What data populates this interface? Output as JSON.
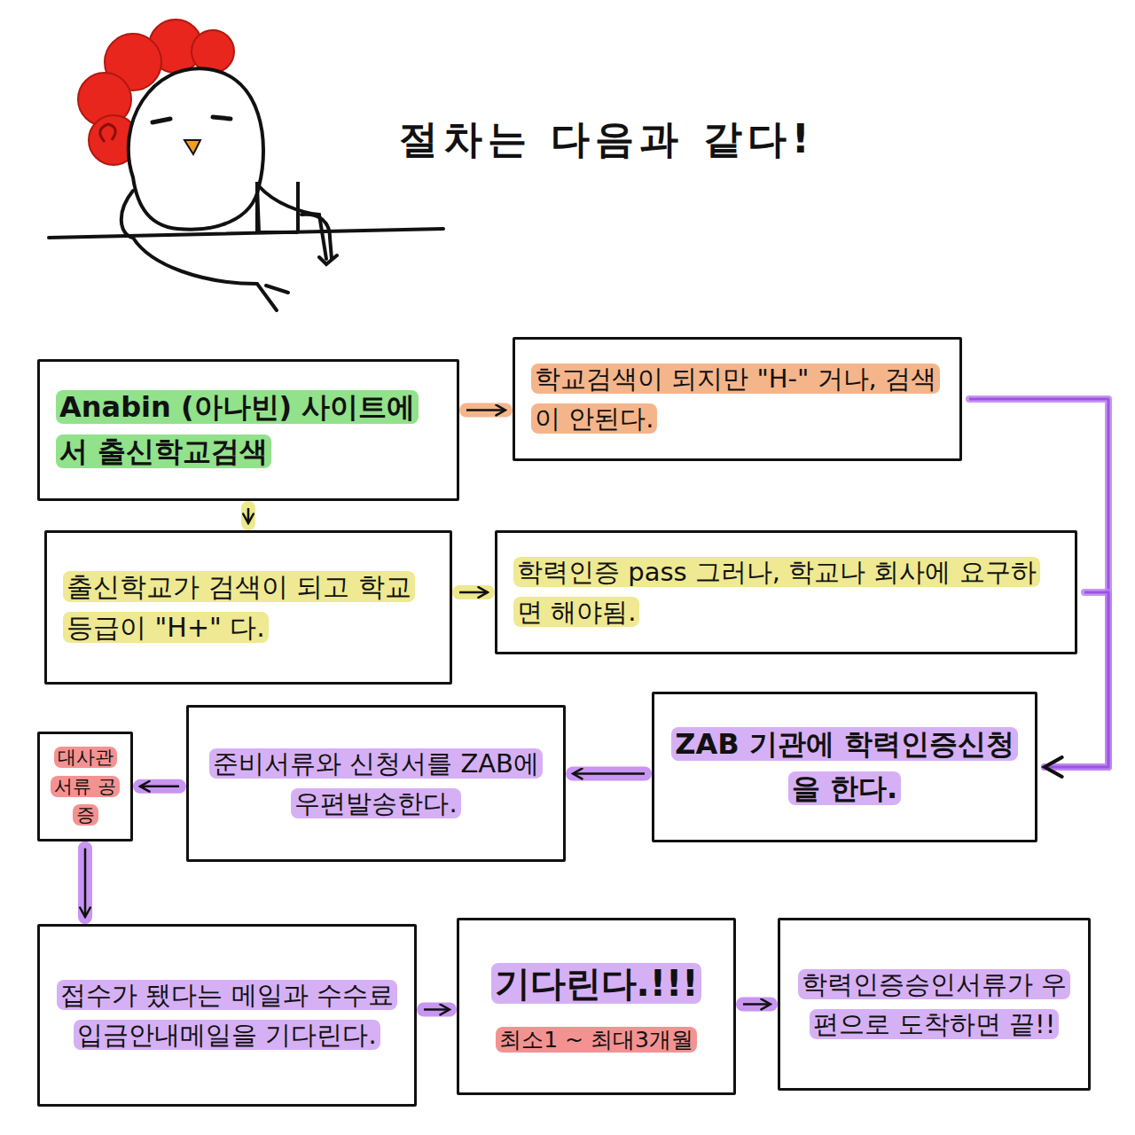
{
  "diagram": {
    "title": "절차는 다음과 같다!",
    "nodes": [
      {
        "text": [
          "Anabin (아나빈) 사이트에서 출신학교검색"
        ]
      },
      {
        "text": [
          "학교검색이 되지만 \"H-\" 거나, 검색이 안된다."
        ]
      },
      {
        "text": [
          "출신학교가 검색이 되고 학교등급이 \"H+\" 다."
        ]
      },
      {
        "text": [
          "학력인증 pass 그러나, 학교나 회사에 요구하면 해야됨."
        ]
      },
      {
        "text": [
          "ZAB 기관에 학력인증신청을 한다."
        ]
      },
      {
        "text": [
          "준비서류와 신청서를 ZAB에 우편발송한다."
        ]
      },
      {
        "text": [
          "대사관 서류 공증"
        ]
      },
      {
        "text": [
          "접수가 됐다는 메일과 수수료 입금안내메일을 기다린다."
        ]
      },
      {
        "text": [
          "기다린다.!!!",
          "최소1 ~ 최대3개월"
        ]
      },
      {
        "text": [
          "학력인증승인서류가 우편으로 도착하면 끝!!"
        ]
      }
    ],
    "edges": [
      {
        "from": 0,
        "to": 1,
        "arrow": "to"
      },
      {
        "from": 0,
        "to": 2,
        "arrow": "to"
      },
      {
        "from": 2,
        "to": 3,
        "arrow": "to"
      },
      {
        "from": 1,
        "to": 4,
        "arrow": "to"
      },
      {
        "from": 3,
        "to": 4,
        "arrow": "to"
      },
      {
        "from": 4,
        "to": 5,
        "arrow": "to"
      },
      {
        "from": 5,
        "to": 6,
        "arrow": "to"
      },
      {
        "from": 6,
        "to": 7,
        "arrow": "to"
      },
      {
        "from": 7,
        "to": 8,
        "arrow": "to"
      },
      {
        "from": 8,
        "to": 9,
        "arrow": "to"
      }
    ]
  }
}
